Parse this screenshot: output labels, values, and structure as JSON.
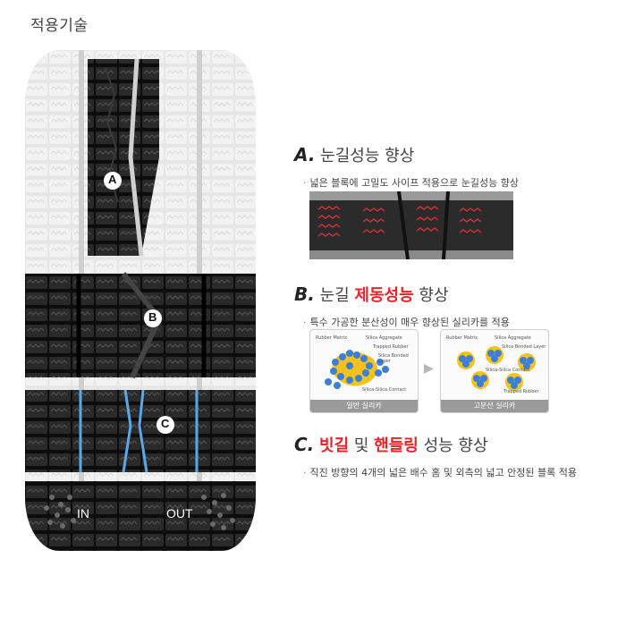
{
  "page": {
    "title": "적용기술"
  },
  "tire": {
    "labels": {
      "a": "A",
      "b": "B",
      "c": "C",
      "in": "IN",
      "out": "OUT"
    }
  },
  "sections": [
    {
      "letter": "A.",
      "heading_parts": [
        {
          "text": "눈길성능 향상",
          "accent": false
        }
      ],
      "description": "넓은 블록에 고밀도 사이프 적용으로 눈길성능 향상"
    },
    {
      "letter": "B.",
      "heading_parts": [
        {
          "text": "눈길 ",
          "accent": false
        },
        {
          "text": "제동성능",
          "accent": true
        },
        {
          "text": " 향상",
          "accent": false
        }
      ],
      "description": "특수 가공한 분산성이 매우 향상된 실리카를 적용"
    },
    {
      "letter": "C.",
      "heading_parts": [
        {
          "text": "빗길",
          "accent": true
        },
        {
          "text": " 및 ",
          "accent": false
        },
        {
          "text": "핸들링",
          "accent": true
        },
        {
          "text": " 성능 향상",
          "accent": false
        }
      ],
      "description": "직진 방향의 4개의 넓은 배수 홈 및 외측의 넓고 안정된 블록 적용"
    }
  ],
  "diagrams": {
    "left": {
      "caption": "일반 실리카",
      "labels": [
        "Rubber Matrix",
        "Silica Aggregate",
        "Trapped Rubber",
        "Silica Bonded Layer",
        "Silica-Silica Contact"
      ]
    },
    "right": {
      "caption": "고분산 실리카",
      "labels": [
        "Rubber Matrix",
        "Silica Aggregate",
        "Silica Bonded Layer",
        "Silica-Silica Contact",
        "Trapped Rubber"
      ]
    }
  },
  "colors": {
    "accent": "#e8232a",
    "groove": "#5aa8e6",
    "tread": "#1c1c1c"
  }
}
